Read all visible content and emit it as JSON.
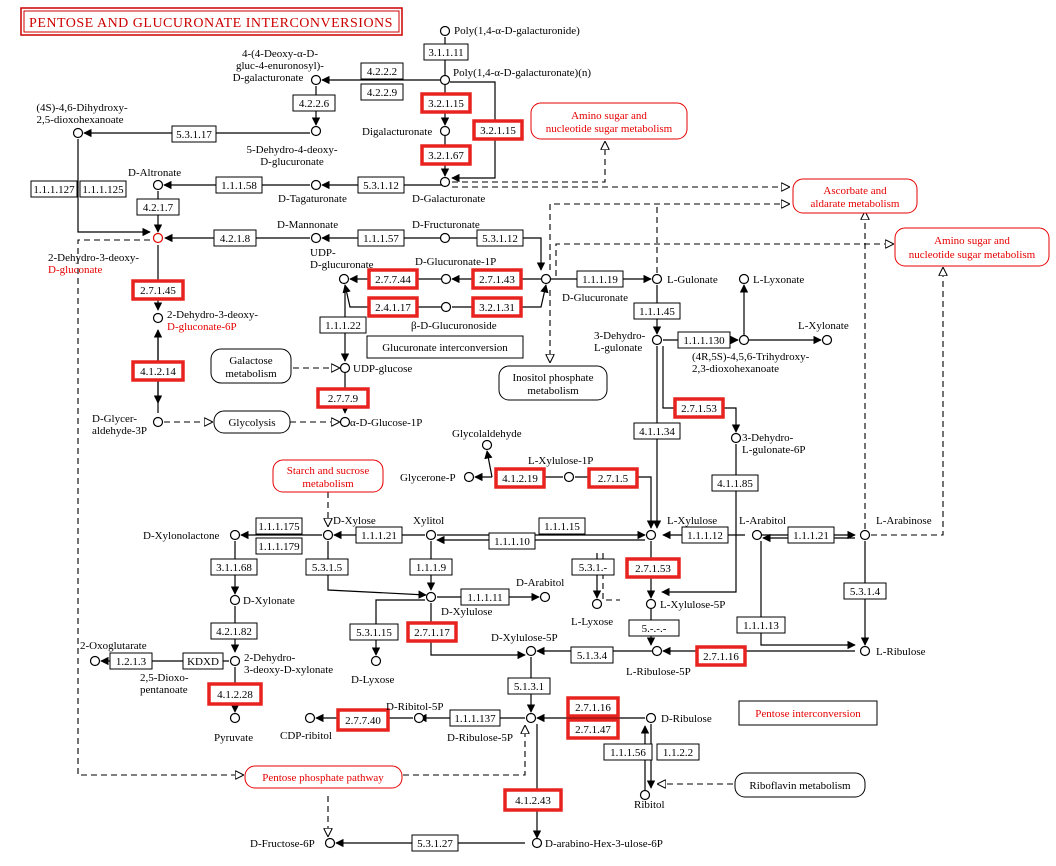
{
  "title": "PENTOSE AND GLUCURONATE INTERCONVERSIONS",
  "colors": {
    "highlight": "#e8231f",
    "map_link": "#e60000",
    "line": "#000000"
  },
  "compounds": {
    "poly_galacturonide": "Poly(1,4-α-D-galacturonide)",
    "poly_galacturonate": "Poly(1,4-α-D-galacturonate)(n)",
    "deoxy_gluc_l1": "4-(4-Deoxy-α-D-",
    "deoxy_gluc_l2": "gluc-4-enuronosyl)-",
    "deoxy_gluc_l3": "D-galacturonate",
    "dihydroxy_l1": "(4S)-4,6-Dihydroxy-",
    "dihydroxy_l2": "2,5-dioxohexanoate",
    "digalacturonate": "Digalacturonate",
    "dehydro_deoxy_gluc_l1": "5-Dehydro-4-deoxy-",
    "dehydro_deoxy_gluc_l2": "D-glucuronate",
    "d_altronate": "D-Altronate",
    "d_tagaturonate": "D-Tagaturonate",
    "d_galacturonate": "D-Galacturonate",
    "d_mannonate": "D-Mannonate",
    "d_fructuronate": "D-Fructuronate",
    "dehydro_deoxy_gluconate_l1": "2-Dehydro-3-deoxy-",
    "dehydro_deoxy_gluconate_l2": "D-gluconate",
    "udp_glucuronate_l1": "UDP-",
    "udp_glucuronate_l2": "D-glucuronate",
    "d_glucuronate_1p": "D-Glucuronate-1P",
    "d_glucuronate": "D-Glucuronate",
    "l_gulonate": "L-Gulonate",
    "l_lyxonate": "L-Lyxonate",
    "b_d_glucuronoside": "β-D-Glucuronoside",
    "dehydro_deoxy_gluconate6p_l1": "2-Dehydro-3-deoxy-",
    "dehydro_deoxy_gluconate6p_l2": "D-gluconate-6P",
    "dehydro_l_gulonate_l1": "3-Dehydro-",
    "dehydro_l_gulonate_l2": "L-gulonate",
    "l_xylonate": "L-Xylonate",
    "trihydroxy_l1": "(4R,5S)-4,5,6-Trihydroxy-",
    "trihydroxy_l2": "2,3-dioxohexanoate",
    "udp_glucose": "UDP-glucose",
    "glyceraldehyde_3p_l1": "D-Glycer-",
    "glyceraldehyde_3p_l2": "aldehyde-3P",
    "a_d_glucose_1p": "α-D-Glucose-1P",
    "dehydro_l_gulonate6p_l1": "3-Dehydro-",
    "dehydro_l_gulonate6p_l2": "L-gulonate-6P",
    "glycolaldehyde": "Glycolaldehyde",
    "l_xylulose_1p": "L-Xylulose-1P",
    "glycerone_p": "Glycerone-P",
    "d_xylonolactone": "D-Xylonolactone",
    "d_xylose": "D-Xylose",
    "xylitol": "Xylitol",
    "l_xylulose": "L-Xylulose",
    "l_arabitol": "L-Arabitol",
    "l_arabinose": "L-Arabinose",
    "d_xylonate": "D-Xylonate",
    "d_arabitol": "D-Arabitol",
    "d_xylulose": "D-Xylulose",
    "l_lyxose": "L-Lyxose",
    "l_xylulose_5p": "L-Xylulose-5P",
    "oxoglutarate": "2-Oxoglutarate",
    "dioxopentanoate_l1": "2,5-Dioxo-",
    "dioxopentanoate_l2": "pentanoate",
    "dehydro_deoxy_xylonate_l1": "2-Dehydro-",
    "dehydro_deoxy_xylonate_l2": "3-deoxy-D-xylonate",
    "d_xylulose_5p": "D-Xylulose-5P",
    "l_ribulose_5p": "L-Ribulose-5P",
    "l_ribulose": "L-Ribulose",
    "d_lyxose": "D-Lyxose",
    "pyruvate": "Pyruvate",
    "cdp_ribitol": "CDP-ribitol",
    "d_ribitol_5p": "D-Ribitol-5P",
    "d_ribulose_5p": "D-Ribulose-5P",
    "d_ribulose": "D-Ribulose",
    "ribitol": "Ribitol",
    "d_fructose_6p": "D-Fructose-6P",
    "d_arabino_hex": "D-arabino-Hex-3-ulose-6P"
  },
  "maps": {
    "amino_sugar_1_l1": "Amino sugar and",
    "amino_sugar_1_l2": "nucleotide sugar metabolism",
    "ascorbate_l1": "Ascorbate and",
    "ascorbate_l2": "aldarate metabolism",
    "amino_sugar_2_l1": "Amino sugar and",
    "amino_sugar_2_l2": "nucleotide sugar metabolism",
    "galactose_l1": "Galactose",
    "galactose_l2": "metabolism",
    "glucuronate_interconversion": "Glucuronate interconversion",
    "inositol_l1": "Inositol phosphate",
    "inositol_l2": "metabolism",
    "glycolysis": "Glycolysis",
    "starch_l1": "Starch and sucrose",
    "starch_l2": "metabolism",
    "pentose_interconversion": "Pentose interconversion",
    "pentose_phosphate": "Pentose phosphate pathway",
    "riboflavin": "Riboflavin metabolism"
  },
  "enzymes": {
    "e3_1_1_11": "3.1.1.11",
    "e4_2_2_2": "4.2.2.2",
    "e4_2_2_9": "4.2.2.9",
    "e4_2_2_6": "4.2.2.6",
    "e3_2_1_15a": "3.2.1.15",
    "e3_2_1_15b": "3.2.1.15",
    "e3_2_1_67": "3.2.1.67",
    "e5_3_1_17": "5.3.1.17",
    "e1_1_1_127": "1.1.1.127",
    "e1_1_1_125": "1.1.1.125",
    "e1_1_1_58": "1.1.1.58",
    "e5_3_1_12a": "5.3.1.12",
    "e4_2_1_7": "4.2.1.7",
    "e4_2_1_8": "4.2.1.8",
    "e1_1_1_57": "1.1.1.57",
    "e5_3_1_12b": "5.3.1.12",
    "e2_7_7_44": "2.7.7.44",
    "e2_7_1_43": "2.7.1.43",
    "e2_4_1_17": "2.4.1.17",
    "e3_2_1_31": "3.2.1.31",
    "e1_1_1_19": "1.1.1.19",
    "e2_7_1_45": "2.7.1.45",
    "e1_1_1_22": "1.1.1.22",
    "e1_1_1_45": "1.1.1.45",
    "e1_1_1_130": "1.1.1.130",
    "e4_1_2_14": "4.1.2.14",
    "e2_7_7_9": "2.7.7.9",
    "e2_7_1_53a": "2.7.1.53",
    "e4_1_1_34": "4.1.1.34",
    "e4_1_1_85": "4.1.1.85",
    "e4_1_2_19": "4.1.2.19",
    "e2_7_1_5": "2.7.1.5",
    "e1_1_1_175": "1.1.1.175",
    "e1_1_1_179": "1.1.1.179",
    "e1_1_1_21a": "1.1.1.21",
    "e1_1_1_15": "1.1.1.15",
    "e1_1_1_10": "1.1.1.10",
    "e1_1_1_12": "1.1.1.12",
    "e1_1_1_21b": "1.1.1.21",
    "e3_1_1_68": "3.1.1.68",
    "e5_3_1_5": "5.3.1.5",
    "e1_1_1_9": "1.1.1.9",
    "e5_3_1_dash": "5.3.1.-",
    "e2_7_1_53b": "2.7.1.53",
    "e5_3_1_4": "5.3.1.4",
    "e1_1_1_11": "1.1.1.11",
    "e4_2_1_82": "4.2.1.82",
    "e5_dash": "5.-.-.-",
    "e1_1_1_13": "1.1.1.13",
    "e5_3_1_15": "5.3.1.15",
    "e2_7_1_17": "2.7.1.17",
    "e1_2_1_3": "1.2.1.3",
    "e_kdxd": "KDXD",
    "e5_1_3_4": "5.1.3.4",
    "e2_7_1_16a": "2.7.1.16",
    "e4_1_2_28": "4.1.2.28",
    "e5_1_3_1": "5.1.3.1",
    "e2_7_7_40": "2.7.7.40",
    "e1_1_1_137": "1.1.1.137",
    "e2_7_1_16b": "2.7.1.16",
    "e2_7_1_47": "2.7.1.47",
    "e1_1_1_56": "1.1.1.56",
    "e1_1_2_2": "1.1.2.2",
    "e4_1_2_43": "4.1.2.43",
    "e5_3_1_27": "5.3.1.27"
  }
}
